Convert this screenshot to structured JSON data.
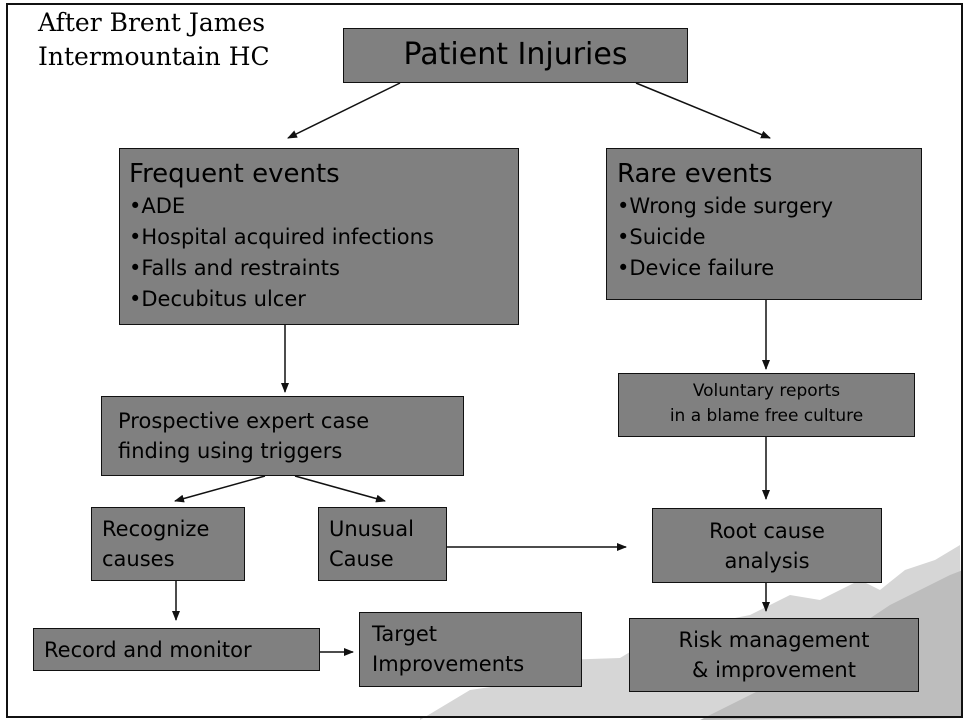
{
  "attribution": [
    "After Brent James",
    "Intermountain HC"
  ],
  "boxes": {
    "patient_injuries": {
      "lines": [
        "Patient Injuries"
      ]
    },
    "frequent_events": {
      "title": "Frequent events",
      "items": [
        "•ADE",
        "•Hospital acquired infections",
        "•Falls and restraints",
        "•Decubitus ulcer"
      ]
    },
    "rare_events": {
      "title": "Rare events",
      "items": [
        "•Wrong side surgery",
        "•Suicide",
        "•Device failure"
      ]
    },
    "prospective": {
      "lines": [
        "Prospective expert case",
        "finding using triggers"
      ]
    },
    "voluntary": {
      "lines": [
        "Voluntary reports",
        "in a blame free culture"
      ]
    },
    "recognize": {
      "lines": [
        "Recognize",
        "causes"
      ]
    },
    "unusual": {
      "lines": [
        "Unusual",
        "Cause"
      ]
    },
    "root_cause": {
      "lines": [
        "Root cause",
        "analysis"
      ]
    },
    "record": {
      "lines": [
        "Record and monitor"
      ]
    },
    "target": {
      "lines": [
        "Target",
        "Improvements"
      ]
    },
    "risk": {
      "lines": [
        "Risk management",
        "& improvement"
      ]
    }
  },
  "colors": {
    "box_fill": "#808080",
    "outline": "#111111",
    "background": "#ffffff",
    "decor": "#bdbdbd"
  }
}
